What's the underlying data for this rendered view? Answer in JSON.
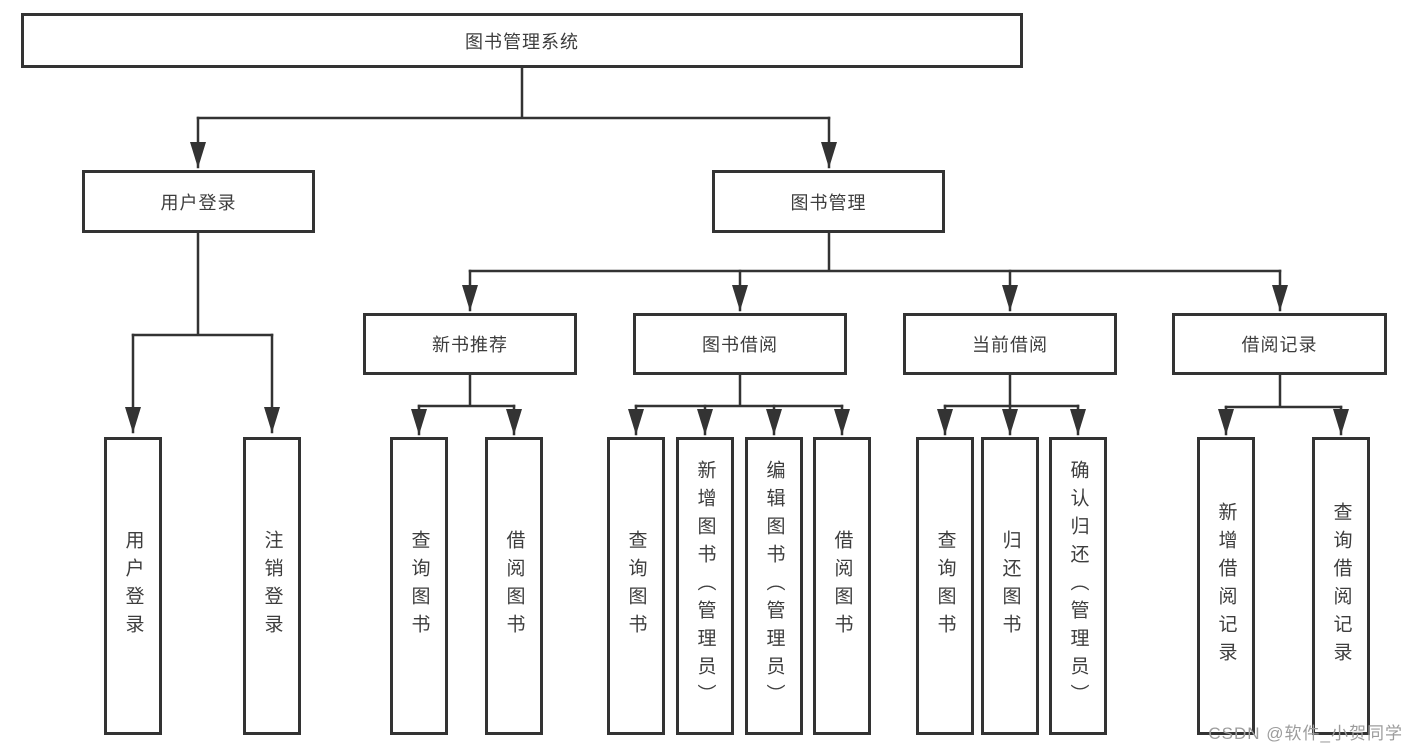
{
  "diagram": {
    "root": {
      "label": "图书管理系统"
    },
    "branches": [
      {
        "label": "用户登录",
        "children": [
          {
            "label": "用户登录"
          },
          {
            "label": "注销登录"
          }
        ]
      },
      {
        "label": "图书管理",
        "children": [
          {
            "label": "新书推荐",
            "children": [
              {
                "label": "查询图书"
              },
              {
                "label": "借阅图书"
              }
            ]
          },
          {
            "label": "图书借阅",
            "children": [
              {
                "label": "查询图书"
              },
              {
                "label": "新增图书（管理员）"
              },
              {
                "label": "编辑图书（管理员）"
              },
              {
                "label": "借阅图书"
              }
            ]
          },
          {
            "label": "当前借阅",
            "children": [
              {
                "label": "查询图书"
              },
              {
                "label": "归还图书"
              },
              {
                "label": "确认归还（管理员）"
              }
            ]
          },
          {
            "label": "借阅记录",
            "children": [
              {
                "label": "新增借阅记录"
              },
              {
                "label": "查询借阅记录"
              }
            ]
          }
        ]
      }
    ]
  },
  "watermark": {
    "text": "CSDN @软件_小贺同学"
  },
  "colors": {
    "line": "#333333",
    "border": "#333333",
    "text": "#3d3d3d",
    "watermark": "#9c9c9c",
    "background": "#ffffff"
  }
}
